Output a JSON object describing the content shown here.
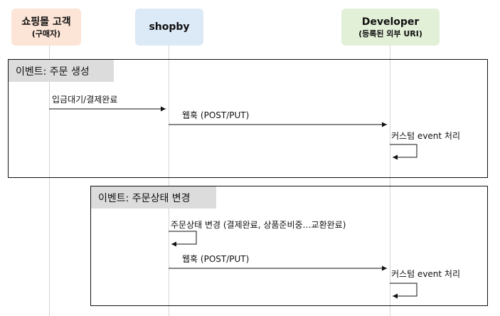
{
  "actors": {
    "customer": {
      "line1": "쇼핑몰 고객",
      "line2": "(구매자)"
    },
    "shopby": {
      "line1": "shopby"
    },
    "developer": {
      "line1": "Developer",
      "line2": "(등록된 외부 URI)"
    }
  },
  "frames": [
    {
      "label": "이벤트: 주문 생성",
      "messages": {
        "payment": "입금대기/결제완료",
        "webhook": "웹훅 (POST/PUT)",
        "custom": "커스텀 event 처리"
      }
    },
    {
      "label": "이벤트: 주문상태 변경",
      "messages": {
        "status_change": "주문상태 변경 (결제완료, 상품준비중…교환완료)",
        "webhook": "웹훅 (POST/PUT)",
        "custom": "커스텀 event 처리"
      }
    }
  ]
}
